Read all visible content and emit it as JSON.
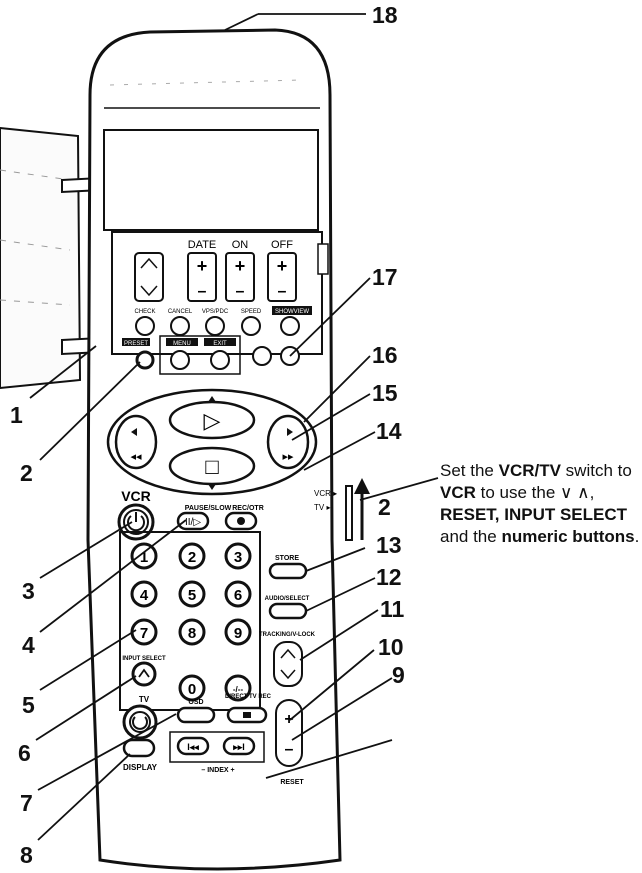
{
  "remote": {
    "timer_panel": {
      "date_label": "DATE",
      "on_label": "ON",
      "off_label": "OFF",
      "plus": "+",
      "minus": "–",
      "small_labels": [
        "CHECK",
        "CANCEL",
        "VPS/PDC",
        "SPEED",
        "SHOWVIEW"
      ],
      "preset_label": "PRESET",
      "menu_label": "MENU",
      "exit_label": "EXIT"
    },
    "transport": {
      "play": "▷",
      "stop": "□",
      "rew": "◂◂",
      "ff": "▸▸"
    },
    "vcr_label": "VCR",
    "tv_label": "TV",
    "pause_slow_label": "PAUSE/SLOW",
    "rec_otr_label": "REC/OTR",
    "switch_vcr": "VCR ▸",
    "switch_tv": "TV ▸",
    "store_label": "STORE",
    "audio_label": "AUDIO/SELECT",
    "tracking_label": "TRACKING/V-LOCK",
    "input_select_label": "INPUT SELECT",
    "digits": [
      "1",
      "2",
      "3",
      "4",
      "5",
      "6",
      "7",
      "8",
      "9",
      "0"
    ],
    "dash_key": "-/--",
    "osd_label": "OSD",
    "direct_rec_label": "DIRECT TV REC",
    "display_label": "DISPLAY",
    "index_label": "– INDEX +",
    "reset_label": "RESET"
  },
  "callouts": [
    "1",
    "2",
    "3",
    "4",
    "5",
    "6",
    "7",
    "8",
    "9",
    "10",
    "11",
    "12",
    "13",
    "14",
    "15",
    "16",
    "17",
    "18",
    "2"
  ],
  "note": {
    "p1": "Set the ",
    "b1": "VCR/TV",
    "p2": " switch to ",
    "b2": "VCR",
    "p3": " to use the ∨ ∧, ",
    "b3": "RESET, INPUT SELECT",
    "p4": " and the ",
    "b4": "numeric buttons",
    "p5": "."
  }
}
